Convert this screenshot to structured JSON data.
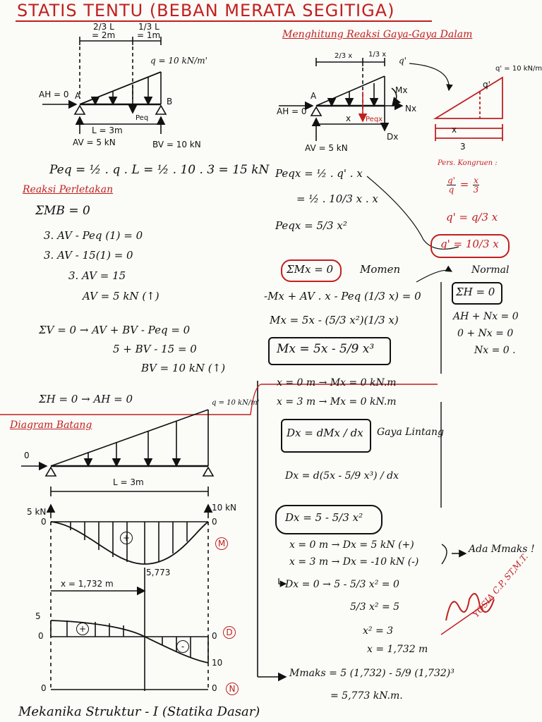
{
  "header": {
    "title": "STATIS TENTU (BEBAN MERATA SEGITIGA)"
  },
  "footer": {
    "text": "Mekanika Struktur - I (Statika Dasar)"
  },
  "signature": {
    "name": "YOSIA C.P, ST,M.T."
  },
  "beam1": {
    "frac_a": "2/3 L",
    "dist_a": "= 2m",
    "frac_b": "1/3 L",
    "dist_b": "= 1m",
    "load": "q = 10 kN/m'",
    "ah": "AH = 0",
    "a": "A",
    "b": "B",
    "peq": "Peq",
    "length": "L = 3m",
    "av": "AV = 5 kN",
    "bv": "BV = 10 kN"
  },
  "calc": {
    "peq_eq": "Peq = ½ . q . L = ½ . 10 . 3 = 15 kN",
    "reaction_title": "Reaksi Perletakan",
    "mb": "ΣMB = 0",
    "l1": "3. AV - Peq (1) = 0",
    "l2": "3. AV - 15(1) = 0",
    "l3": "3. AV = 15",
    "l4": "AV = 5 kN (↑)",
    "v1": "ΣV = 0 → AV + BV - Peq = 0",
    "v2": "5 + BV - 15 = 0",
    "v3": "BV = 10 kN (↑)",
    "h1": "ΣH = 0 → AH = 0"
  },
  "internal": {
    "title": "Menghitung Reaksi Gaya-Gaya Dalam",
    "frac_a": "2/3 x",
    "frac_b": "1/3 x",
    "qp": "q'",
    "mx": "Mx",
    "nx": "Nx",
    "dx": "Dx",
    "ah": "AH = 0",
    "a": "A",
    "x": "x",
    "peqx": "Peqx",
    "av": "AV = 5 kN",
    "tri_q": "q' = 10 kN/m'",
    "tri_qp": "q'",
    "tri_x": "x",
    "tri_L": "3",
    "kongruen": "Pers. Kongruen :",
    "k1a": "q'",
    "k1b": "q",
    "k1c": "x",
    "k1d": "3",
    "k2": "q' = q/3 x",
    "k3": "q' = 10/3 x",
    "p1": "Peqx = ½ . q' . x",
    "p2": "= ½ . 10/3 x . x",
    "p3": "Peqx = 5/3 x²"
  },
  "moment": {
    "sum": "ΣMx = 0",
    "label": "Momen",
    "e1": "-Mx + AV . x - Peq (1/3 x) = 0",
    "e2": "Mx = 5x - (5/3 x²)(1/3 x)",
    "e3": "Mx = 5x - 5/9 x³",
    "c1": "x = 0 m → Mx = 0 kN.m",
    "c2": "x = 3 m → Mx = 0 kN.m"
  },
  "normal": {
    "label": "Normal",
    "sum": "ΣH = 0",
    "n1": "AH + Nx = 0",
    "n2": "0 + Nx = 0",
    "n3": "Nx = 0 ."
  },
  "shear": {
    "def": "Dx = dMx / dx",
    "label": "Gaya Lintang",
    "d1": "Dx = d(5x - 5/9 x³) / dx",
    "d2": "Dx = 5 - 5/3 x²",
    "c1": "x = 0 m → Dx = 5 kN (+)",
    "c2": "x = 3 m → Dx = -10 kN (-)",
    "note": "Ada Mmaks !",
    "z1": "Dx = 0 → 5 - 5/3 x² = 0",
    "z2": "5/3 x² = 5",
    "z3": "x² = 3",
    "z4": "x = 1,732 m",
    "m1": "Mmaks = 5 (1,732) - 5/9 (1,732)³",
    "m2": "= 5,773 kN.m."
  },
  "diagram": {
    "title": "Diagram Batang",
    "load": "q = 10 kN/m'",
    "zero_arrow": "0",
    "length": "L = 3m",
    "left_react": "5 kN",
    "right_react": "10 kN",
    "m_zero_l": "0",
    "m_zero_r": "0",
    "m_tag": "M",
    "m_plus": "+",
    "m_max": "5,773",
    "xpos": "x = 1,732 m",
    "d_five": "5",
    "d_zero_l": "0",
    "d_zero_r": "0",
    "d_ten": "10",
    "d_tag": "D",
    "d_plus": "+",
    "d_minus": "-",
    "n_zero_l": "0",
    "n_zero_r": "0",
    "n_tag": "N"
  }
}
